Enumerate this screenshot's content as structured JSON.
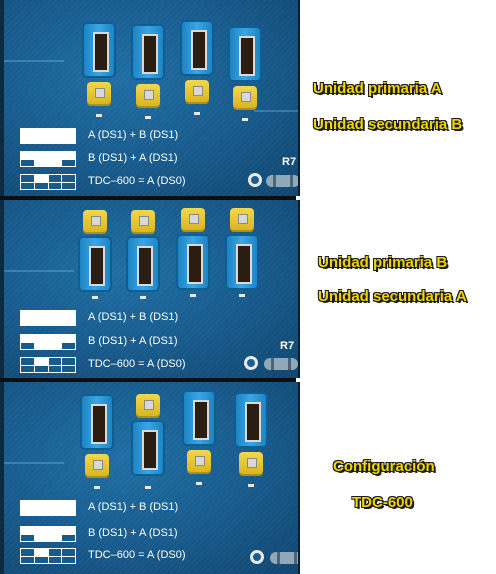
{
  "panels": [
    {
      "legend": [
        "A (DS1) + B (DS1)",
        "B (DS1) + A (DS1)",
        "TDC–600 = A (DS0)"
      ],
      "resistor_label": "R7",
      "captions": [
        "Unidad primaria A",
        "Unidad secundaria B"
      ]
    },
    {
      "legend": [
        "A (DS1) + B (DS1)",
        "B (DS1) + A (DS1)",
        "TDC–600 = A (DS0)"
      ],
      "resistor_label": "R7",
      "captions": [
        "Unidad primaria B",
        "Unidad secundaria A"
      ]
    },
    {
      "legend": [
        "A (DS1) + B (DS1)",
        "B (DS1) + A (DS1)",
        "TDC–600 = A (DS0)"
      ],
      "resistor_label": "",
      "captions": [
        "Configuración",
        "TDC-600"
      ]
    }
  ],
  "colors": {
    "board": "#175a8c",
    "jumper_cap": "#2b95d6",
    "pin_header": "#e8c62e",
    "caption_text": "#f0d400"
  }
}
